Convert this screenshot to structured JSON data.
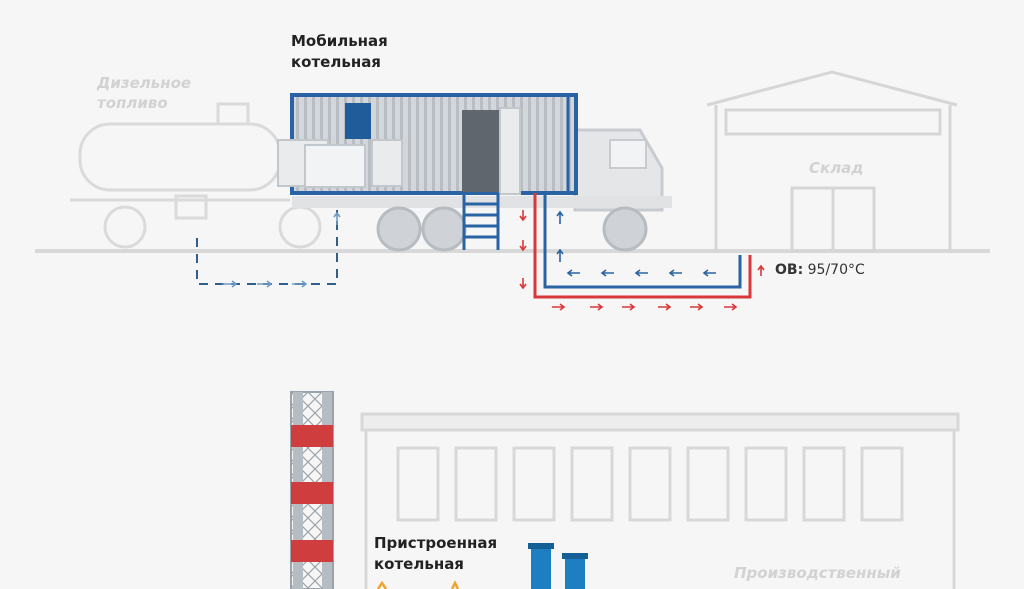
{
  "mobile_boiler": {
    "line1": "Мобильная",
    "line2": "котельная"
  },
  "diesel": {
    "line1": "Дизельное",
    "line2": "топливо"
  },
  "warehouse": {
    "label": "Склад"
  },
  "heating": {
    "code": "ОВ:",
    "value": "95/70",
    "unit": "°C"
  },
  "attached_boiler": {
    "line1": "Пристроенная",
    "line2": "котельная"
  },
  "factory": {
    "label": "Производственный"
  },
  "colors": {
    "supply": "#d9383a",
    "return": "#2a63a3",
    "fuel": "#6e9bc4",
    "faded": "#dddddd",
    "container": "#c9cdd2"
  }
}
